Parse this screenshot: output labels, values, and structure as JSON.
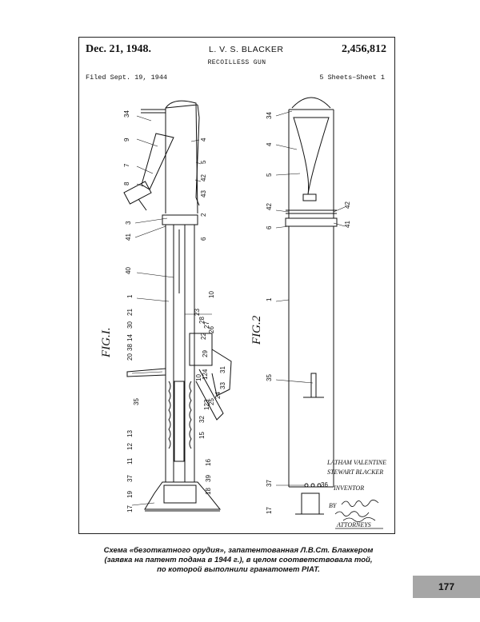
{
  "patent_sheet": {
    "date": "Dec. 21, 1948.",
    "inventor_header": "L. V. S. BLACKER",
    "patent_number": "2,456,812",
    "title": "RECOILLESS GUN",
    "filed": "Filed Sept. 19, 1944",
    "sheets": "5 Sheets–Sheet 1",
    "fig1_label": "FIG.I.",
    "fig2_label": "FIG.2",
    "inventor_name_line1": "LATHAM VALENTINE",
    "inventor_name_line2": "STEWART BLACKER",
    "inventor_label": "INVENTOR",
    "signature_by": "BY",
    "attorneys_label": "ATTORNEYS",
    "fig1_refs": {
      "r34": "34",
      "r9": "9",
      "r7": "7",
      "r8": "8",
      "r4": "4",
      "r5": "5",
      "r42": "42",
      "r43": "43",
      "r2": "2",
      "r6": "6",
      "r3": "3",
      "r41": "41",
      "r40": "40",
      "r10": "10",
      "r1": "1",
      "r21": "21",
      "r30": "30",
      "r14": "14",
      "r23": "23",
      "r28": "28",
      "r27": "27",
      "r26": "26",
      "r22": "22",
      "r29": "29",
      "r20": "20",
      "r38": "38",
      "r124": "124",
      "r10b": "10",
      "r31": "31",
      "r33": "33",
      "r24": "24",
      "r25": "25",
      "r123": "123",
      "r35": "35",
      "r32": "32",
      "r15": "15",
      "r13": "13",
      "r12": "12",
      "r11": "11",
      "r37": "37",
      "r16": "16",
      "r39": "39",
      "r18": "18",
      "r19": "19",
      "r17": "17"
    },
    "fig2_refs": {
      "r34": "34",
      "r4": "4",
      "r5": "5",
      "r42a": "42",
      "r42b": "42",
      "r6": "6",
      "r41": "41",
      "r1": "1",
      "r35": "35",
      "r37": "37",
      "r36": "36",
      "r17": "17"
    }
  },
  "caption": {
    "line1": "Схема «безоткатного орудия», запатентованная Л.В.Ст. Блаккером",
    "line2": "(заявка на патент подана в 1944 г.), в целом соответствовала той,",
    "line3": "по которой выполнили гранатомет PIAT."
  },
  "page_number": "177",
  "colors": {
    "ink": "#111111",
    "page_number_bg": "#a6a6a6"
  }
}
